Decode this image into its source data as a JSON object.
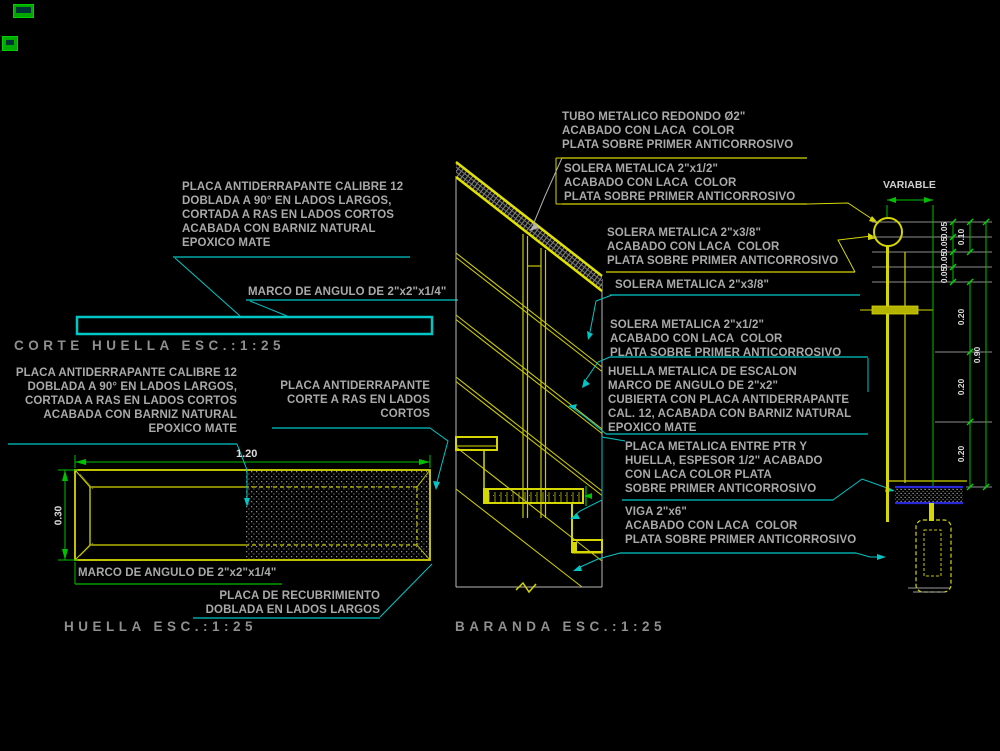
{
  "corte_huella": {
    "title": "CORTE HUELLA ESC.:1:25",
    "placa_note": [
      "PLACA ANTIDERRAPANTE CALIBRE 12",
      "DOBLADA A 90° EN LADOS LARGOS,",
      "CORTADA A RAS EN LADOS CORTOS",
      "ACABADA CON BARNIZ NATURAL",
      "EPOXICO MATE"
    ],
    "marco_note": "MARCO DE ANGULO DE 2\"x2\"x1/4\""
  },
  "huella": {
    "title": "HUELLA ESC.:1:25",
    "placa_note": [
      "PLACA ANTIDERRAPANTE CALIBRE 12",
      "DOBLADA A 90° EN LADOS LARGOS,",
      "CORTADA A RAS EN LADOS CORTOS",
      "ACABADA CON BARNIZ NATURAL",
      "EPOXICO MATE"
    ],
    "corte_note": [
      "PLACA ANTIDERRAPANTE",
      "CORTE A RAS EN LADOS",
      "CORTOS"
    ],
    "marco_note": "MARCO DE ANGULO DE 2\"x2\"x1/4\"",
    "recubrimiento_note": [
      "PLACA DE RECUBRIMIENTO",
      "DOBLADA EN LADOS LARGOS"
    ],
    "dim_width": "1.20",
    "dim_depth": "0.30"
  },
  "baranda": {
    "title": "BARANDA ESC.:1:25",
    "tubo_note": [
      "TUBO METALICO REDONDO Ø2\"",
      "ACABADO CON LACA  COLOR",
      "PLATA SOBRE PRIMER ANTICORROSIVO"
    ],
    "solera12_sup_note": [
      "SOLERA METALICA 2\"x1/2\"",
      "ACABADO CON LACA  COLOR",
      "PLATA SOBRE PRIMER ANTICORROSIVO"
    ],
    "solera38_note": [
      "SOLERA METALICA 2\"x3/8\"",
      "ACABADO CON LACA  COLOR",
      "PLATA SOBRE PRIMER ANTICORROSIVO"
    ],
    "solera38_label": "SOLERA METALICA 2\"x3/8\"",
    "solera12_note": [
      "SOLERA METALICA 2\"x1/2\"",
      "ACABADO CON LACA  COLOR",
      "PLATA SOBRE PRIMER ANTICORROSIVO"
    ],
    "huella_note": [
      "HUELLA METALICA DE ESCALON",
      "MARCO DE ANGULO DE 2\"x2\"",
      "CUBIERTA CON PLACA ANTIDERRAPANTE",
      "CAL. 12, ACABADA CON BARNIZ NATURAL",
      "EPOXICO MATE"
    ],
    "placa_note": [
      "PLACA METALICA ENTRE PTR Y",
      "HUELLA, ESPESOR 1/2\" ACABADO",
      "CON LACA COLOR PLATA",
      "SOBRE PRIMER ANTICORROSIVO"
    ],
    "viga_note": [
      "VIGA 2\"x6\"",
      "ACABADO CON LACA  COLOR",
      "PLATA SOBRE PRIMER ANTICORROSIVO"
    ],
    "dim_variable": "VARIABLE",
    "dim_chain": [
      "0.05",
      "0.05",
      "0.05",
      "0.05",
      "0.10",
      "0.20",
      "0.20",
      "0.20",
      "0.90"
    ]
  },
  "colors": {
    "background": "#000000",
    "line_yellow": "#d6d600",
    "line_cyan": "#00c6c6",
    "line_green": "#00c000",
    "line_blue": "#2828d8",
    "text_gray": "#a9a9a9",
    "dim_white": "#dcdcdc"
  }
}
